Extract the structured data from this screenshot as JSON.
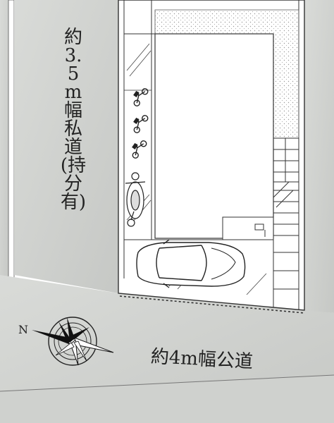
{
  "labels": {
    "private_road": "約3.5m幅私道(持分有)",
    "public_road": "約4m幅公道",
    "north": "N"
  },
  "icons": {
    "compass": "compass-rose-icon",
    "car": "car-icon",
    "bicycle": "bicycle-icon",
    "motorcycle": "motorcycle-icon"
  },
  "colors": {
    "road": "#d2d4d1",
    "road_dark": "#c3c5c2",
    "line": "#3a3a3a",
    "garden_dots": "#9a9a9a"
  }
}
